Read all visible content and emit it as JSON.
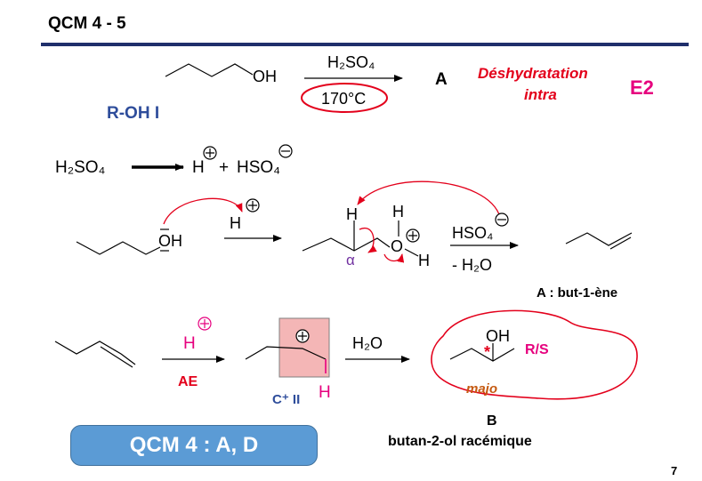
{
  "title": "QCM 4 - 5",
  "page_number": "7",
  "answer_box": "QCM 4 : A, D",
  "colors": {
    "rule": "#1f2f6b",
    "red": "#e3001b",
    "magenta": "#e6007e",
    "blue": "#2e4d9b",
    "purple": "#7030a0",
    "orange": "#c55a11",
    "highlight": "#f4b6b6",
    "box": "#5b9bd5"
  },
  "row1": {
    "oh": "OH",
    "reagent": "H₂SO₄",
    "temperature": "170°C",
    "product": "A",
    "mechanism_line1": "Déshydratation",
    "mechanism_line2": "intra",
    "mechanism_type": "E2",
    "alcohol_class": "R-OH I"
  },
  "row2": {
    "reactant": "H₂SO₄",
    "proton": "H",
    "plus": "+",
    "anion": "HSO₄"
  },
  "row3": {
    "oh": "OH",
    "proton": "H",
    "h_top": "H",
    "h_top2": "H",
    "o": "O",
    "h_o": "H",
    "alpha": "α",
    "base": "HSO₄",
    "loss": "- H₂O",
    "product_label": "A : but-1-ène"
  },
  "row4": {
    "proton": "H",
    "step": "AE",
    "carbocation_class": "C⁺ II",
    "h_add": "H",
    "water": "H₂O",
    "oh": "OH",
    "config": "R/S",
    "star": "*",
    "major": "majo",
    "product": "B",
    "product_name": "butan-2-ol racémique"
  }
}
